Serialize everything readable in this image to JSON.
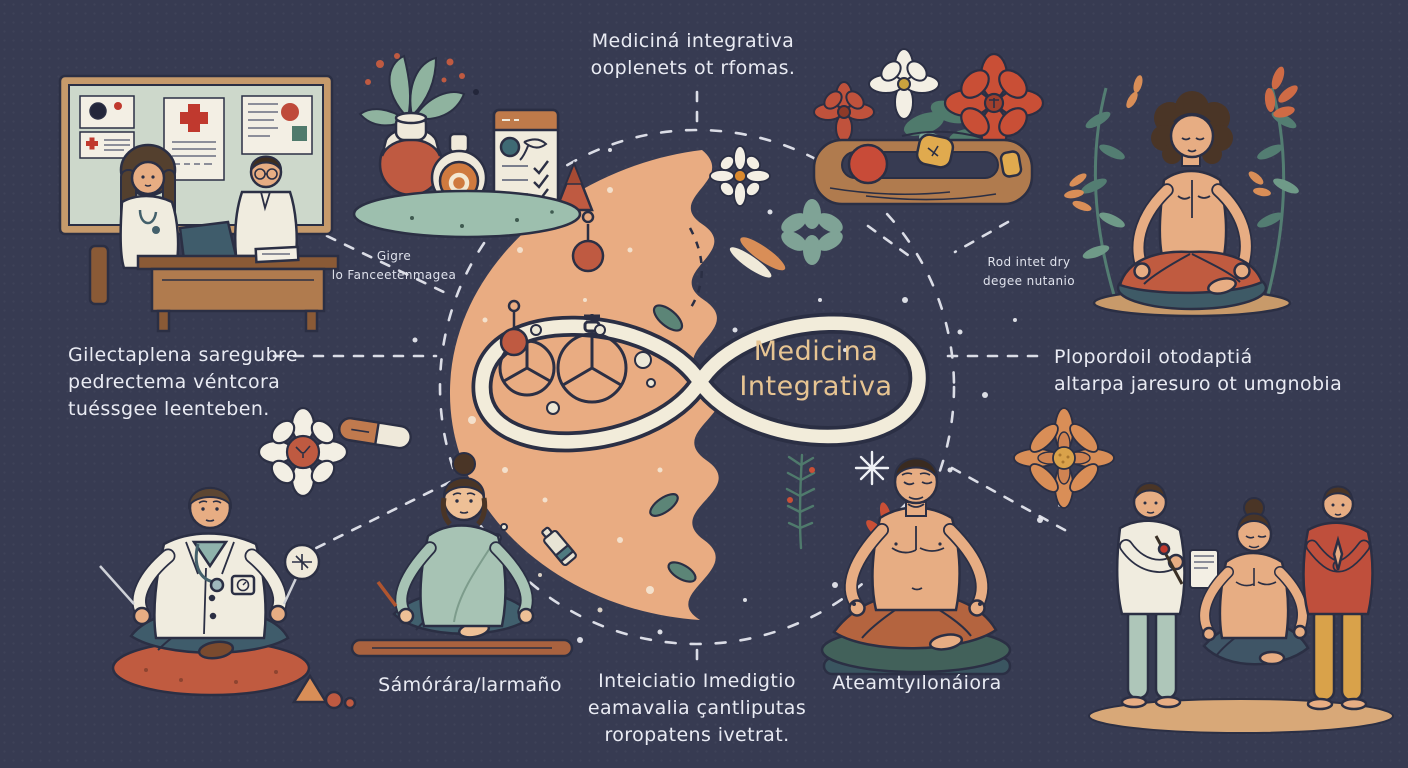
{
  "title": "Medicina Integrativa",
  "colors": {
    "background": "#373b52",
    "peach": "#e9ac82",
    "cream": "#f2ecda",
    "gold_text": "#e7c492",
    "white_text": "#e9ebf3",
    "terracotta": "#bf5a41",
    "flower_red": "#c94f36",
    "sage": "#a7c3b4",
    "teal_dark": "#3f5c6b",
    "wood": "#b07b4e",
    "board_sage": "#cdd8cb"
  },
  "center": {
    "line1": "Medicina",
    "line2": "Integrativa"
  },
  "captions": {
    "top": {
      "line1": "Mediciná integrativa",
      "line2": "ooplenets ot rfomas."
    },
    "left": {
      "line1": "Gilectaplena saregubre",
      "line2": "pedrectema véntcora",
      "line3": "tuéssgee leenteben."
    },
    "right": {
      "line1": "Plopordoil otodaptiá",
      "line2": "altarpa jaresuro ot umgnobia"
    },
    "bottom": {
      "line1": "Inteiciatio Imedigtio",
      "line2": "eamavalia çantliputas",
      "line3": "roropatens ivetrat."
    }
  },
  "labels": {
    "meditation_left": "Sámórára/larmaño",
    "meditation_right": "Ateamtyılonáiora",
    "note_left_line1": "Gigre",
    "note_left_line2": "lo Fanceetenmagea",
    "note_right_line1": "Rod intet dry",
    "note_right_line2": "degee nutanio"
  },
  "icons": {
    "infinity-symbol": "∞",
    "dashed-ring": "◌",
    "daisy-icon": "✿",
    "clover-flower-icon": "❀",
    "dahlia-flower-icon": "✺",
    "pie-chart-icon": "◴",
    "stopwatch-icon": "⏱",
    "leaf-icon": "☘",
    "pin-icon": "📍",
    "capsule-icon": "▭",
    "acupuncture-needle-icon": "╱",
    "sparkle-dot": "•"
  }
}
